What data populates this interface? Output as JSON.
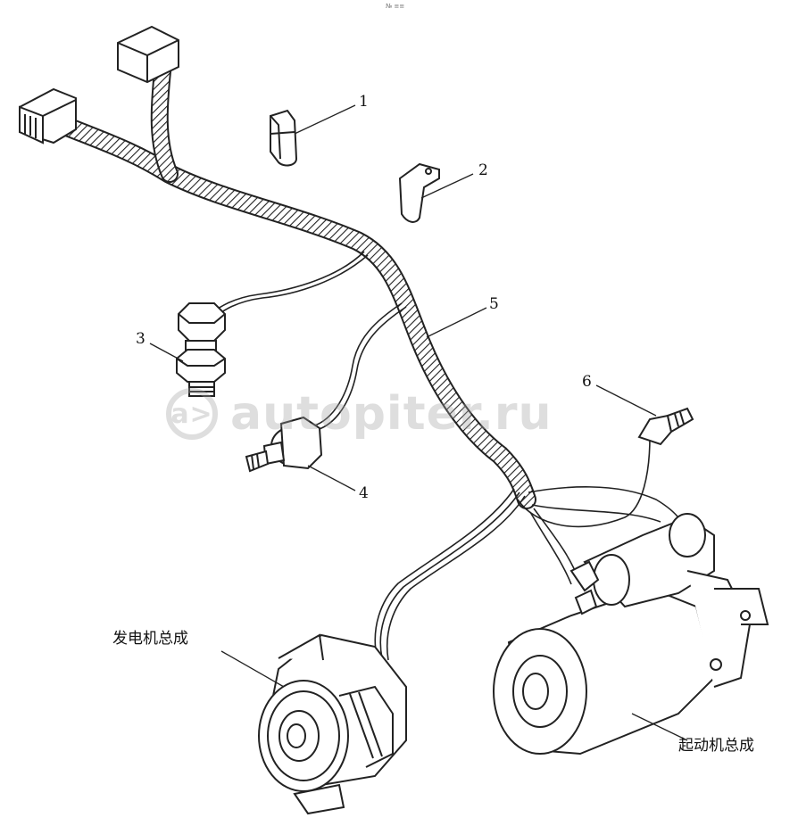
{
  "header_mark": "№ ≡≡",
  "callouts": {
    "c1": "1",
    "c2": "2",
    "c3": "3",
    "c4": "4",
    "c5": "5",
    "c6": "6"
  },
  "components": {
    "alternator": "发电机总成",
    "starter": "起动机总成"
  },
  "watermark": {
    "logo": "a>",
    "text": "autopiter.ru"
  }
}
